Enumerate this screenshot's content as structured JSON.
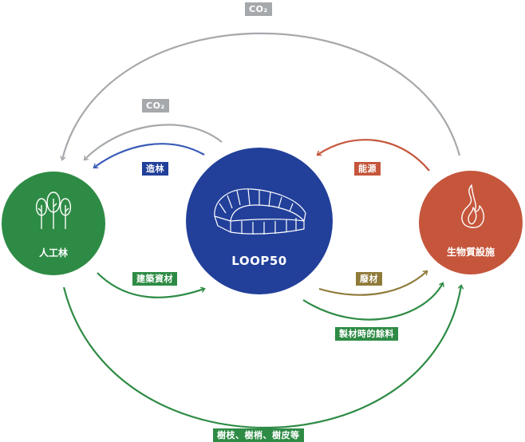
{
  "colors": {
    "forest": "#2e8b45",
    "loop": "#22409a",
    "biomass": "#c5563c",
    "gray": "#a6a9ac",
    "blue_arrow": "#3a5cb7",
    "red_arrow": "#c5563c",
    "olive": "#8f7a3a",
    "green_arrow": "#2e8b45"
  },
  "nodes": {
    "forest": {
      "label": "人工林",
      "icon": "trees-icon"
    },
    "loop": {
      "label": "LOOP50",
      "icon": "stadium-icon"
    },
    "biomass": {
      "label": "生物質設施",
      "icon": "flame-icon"
    }
  },
  "flows": {
    "co2_outer": "CO₂",
    "co2_inner": "CO₂",
    "afforestation": "造林",
    "energy": "能源",
    "building_materials": "建築資材",
    "waste_materials": "廢材",
    "lumber_residue": "製材時的餘料",
    "branches": "樹枝、樹梢、樹皮等"
  }
}
